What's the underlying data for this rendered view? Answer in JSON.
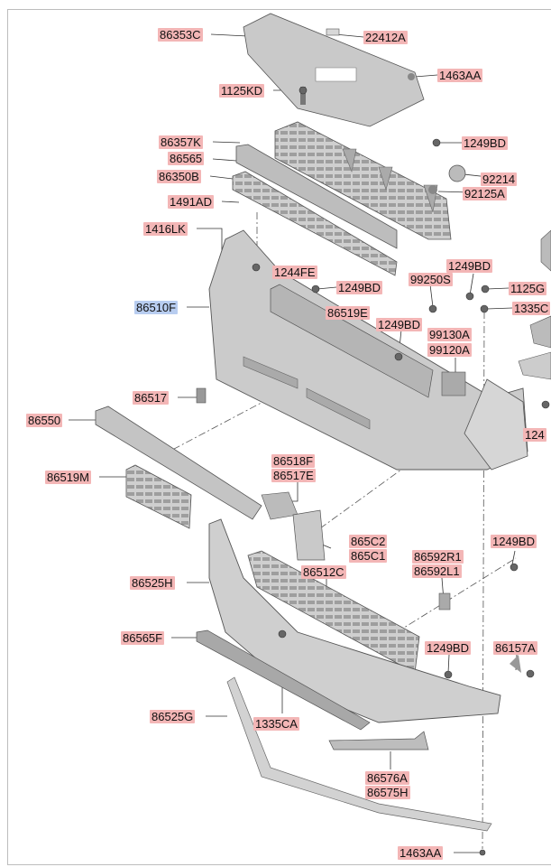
{
  "diagram": {
    "highlight_color": "#f3b6b6",
    "selected_color": "#b8cdf0",
    "labels": [
      {
        "text": "86353C"
      },
      {
        "text": "22412A"
      },
      {
        "text": "1463AA"
      },
      {
        "text": "1125KD"
      },
      {
        "text": "86357K"
      },
      {
        "text": "86565"
      },
      {
        "text": "86350B"
      },
      {
        "text": "1249BD"
      },
      {
        "text": "92214"
      },
      {
        "text": "92125A"
      },
      {
        "text": "1491AD"
      },
      {
        "text": "1416LK"
      },
      {
        "text": "1244FE"
      },
      {
        "text": "1249BD"
      },
      {
        "text": "99250S"
      },
      {
        "text": "1249BD"
      },
      {
        "text": "1125G"
      },
      {
        "text": "1335C"
      },
      {
        "text": "86510F",
        "selected": true
      },
      {
        "text": "86519E"
      },
      {
        "text": "1249BD"
      },
      {
        "text": "99130A"
      },
      {
        "text": "99120A"
      },
      {
        "text": "86517"
      },
      {
        "text": "86550"
      },
      {
        "text": "124"
      },
      {
        "text": "86518F"
      },
      {
        "text": "86517E"
      },
      {
        "text": "86519M"
      },
      {
        "text": "865C2"
      },
      {
        "text": "865C1"
      },
      {
        "text": "86592R1"
      },
      {
        "text": "86592L1"
      },
      {
        "text": "1249BD"
      },
      {
        "text": "86525H"
      },
      {
        "text": "86512C"
      },
      {
        "text": "1249BD"
      },
      {
        "text": "86157A"
      },
      {
        "text": "86565F"
      },
      {
        "text": "86525G"
      },
      {
        "text": "1335CA"
      },
      {
        "text": "86576A"
      },
      {
        "text": "86575H"
      },
      {
        "text": "1463AA"
      }
    ]
  }
}
